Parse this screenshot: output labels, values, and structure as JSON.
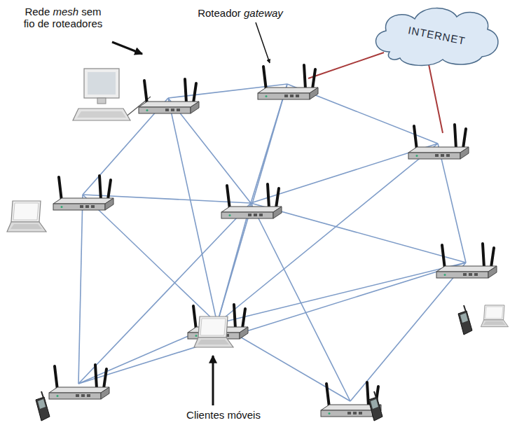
{
  "diagram": {
    "nodes": [
      {
        "text": [
          "INTERNET"
        ]
      }
    ],
    "labels": [
      "Rede mesh sem fio de roteadores",
      "Roteador gateway",
      "Clientes móveis"
    ]
  }
}
